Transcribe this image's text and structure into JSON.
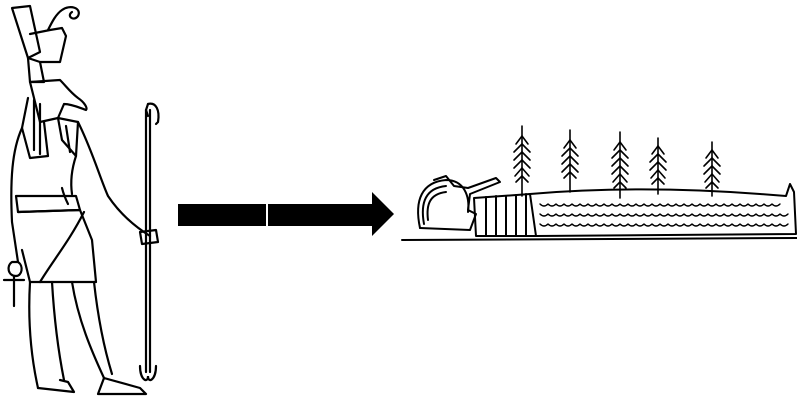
{
  "scene": {
    "left_figure": "god-figure-with-staff-and-ankh",
    "connector": "right-arrow",
    "right_figure": "mummy-with-sprouting-plants"
  },
  "colors": {
    "background": "#ffffff",
    "ink": "#000000"
  }
}
